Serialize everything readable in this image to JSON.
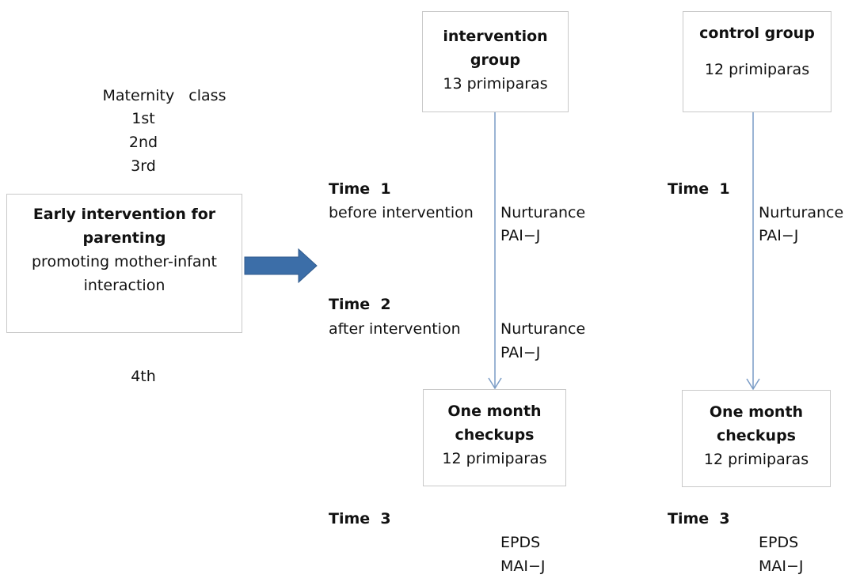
{
  "maternity": {
    "title": "Maternity   class",
    "sessions": [
      "1st",
      "2nd",
      "3rd"
    ],
    "fourth": "4th"
  },
  "early_box": {
    "title": "Early intervention for parenting",
    "text": "promoting mother-infant interaction"
  },
  "intervention_box": {
    "title": "intervention group",
    "count": "13 primiparas"
  },
  "control_box": {
    "title": "control group",
    "count": "12 primiparas"
  },
  "onemonth_intervention": {
    "title": "One month checkups",
    "count": "12 primiparas"
  },
  "onemonth_control": {
    "title": "One month checkups",
    "count": "12 primiparas"
  },
  "time1": {
    "label": "Time  1",
    "desc": "before intervention"
  },
  "time2": {
    "label": "Time  2",
    "desc": "after intervention"
  },
  "time3": {
    "label": "Time  3"
  },
  "measures": {
    "nurturance": "Nurturance",
    "pai": "PAI−J",
    "epds": "EPDS",
    "mai": "MAI−J"
  },
  "colors": {
    "box_border": "#c9c9c9",
    "arrow_fill": "#3c6ea8",
    "line": "#7a9cc6"
  }
}
